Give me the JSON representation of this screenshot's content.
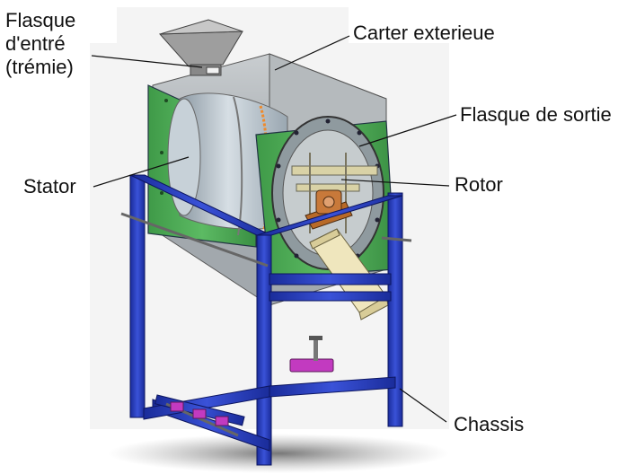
{
  "labels": {
    "flasque_entree": [
      "Flasque",
      "d'entré",
      "(trémie)"
    ],
    "carter": "Carter exterieue",
    "flasque_sortie": "Flasque de sortie",
    "stator": "Stator",
    "rotor": "Rotor",
    "chassis": "Chassis"
  },
  "colors": {
    "frame": "#1f35b8",
    "housing": "#4fae57",
    "drum": "#b9c6cf",
    "hopper": "#9a9a9a",
    "chute": "#e6dcb0",
    "bearing": "#b86a28",
    "clamp": "#c23ac0",
    "seam": "#f08a2a"
  }
}
